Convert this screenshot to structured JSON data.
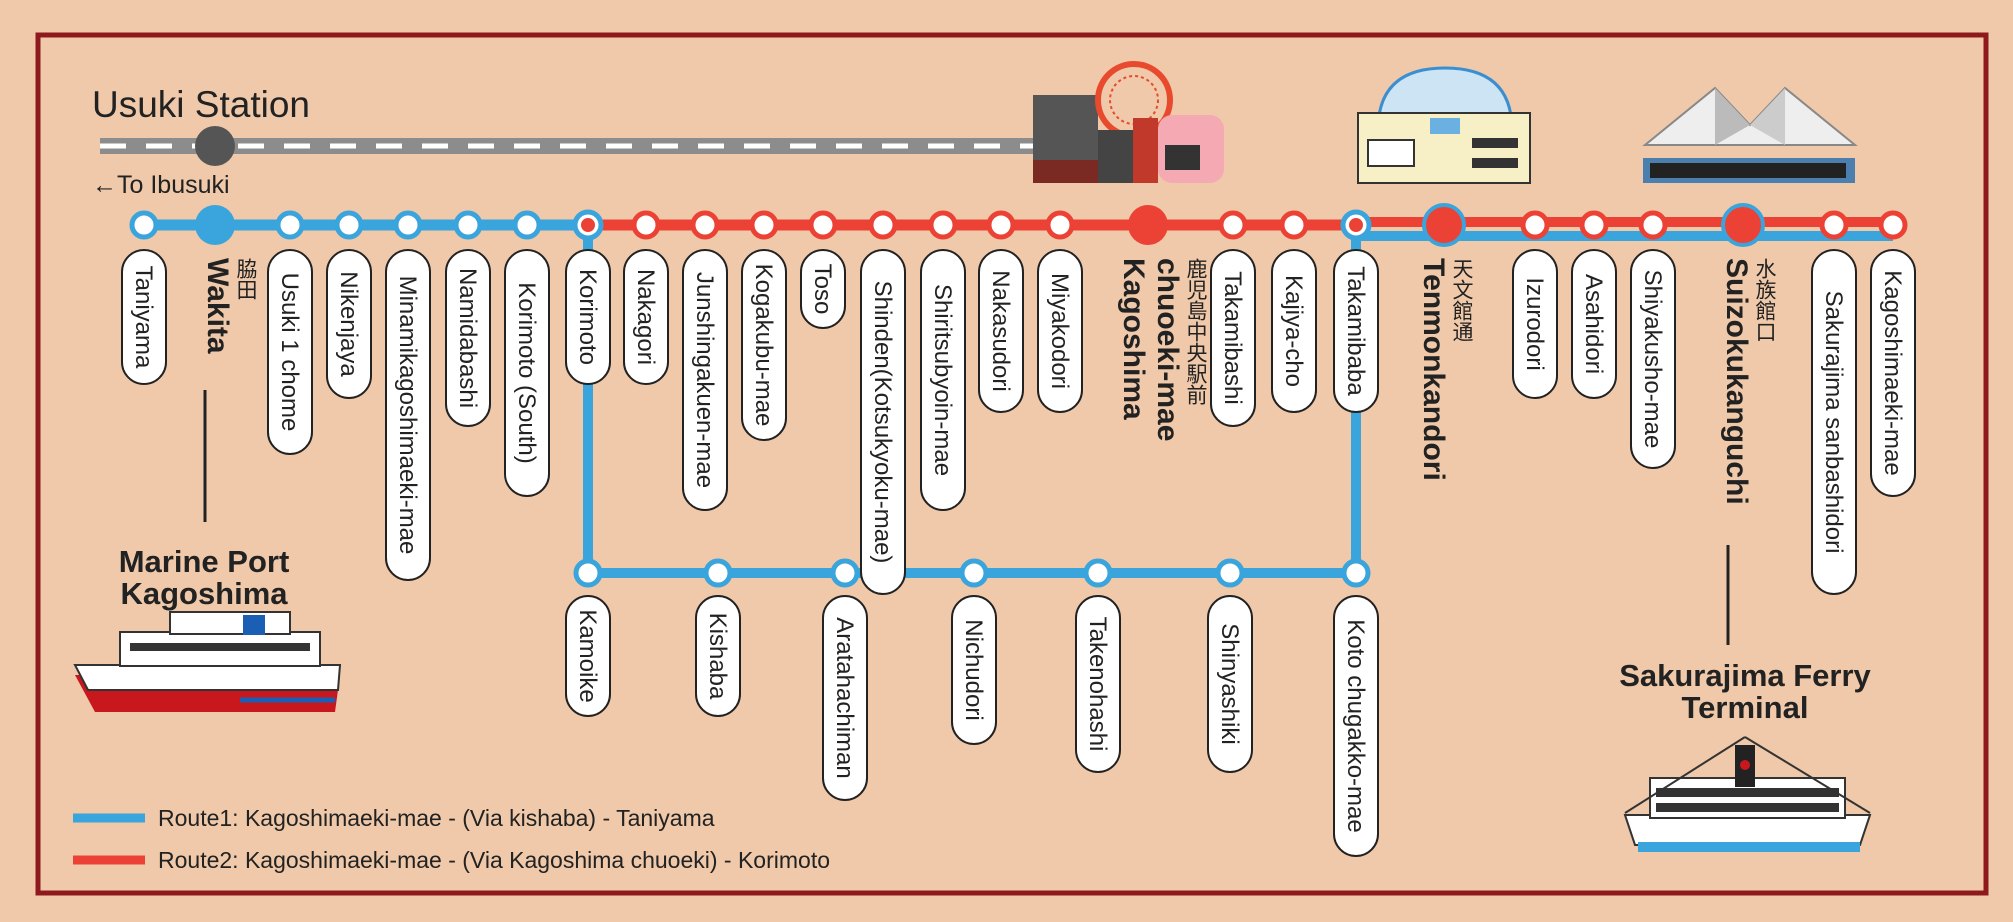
{
  "colors": {
    "background": "#efc9a9",
    "frame": "#8e1a1e",
    "route1": "#3aa4dc",
    "route2": "#ec4236",
    "jr_line": "#8c8c8c",
    "pill_border": "#222222"
  },
  "usuki_station": {
    "title": "Usuki Station",
    "to_ibusuki": "←To Ibusuki"
  },
  "landmarks": [
    {
      "name": "Marine Port Kagoshima",
      "lines": [
        "Marine Port",
        "Kagoshima"
      ],
      "icon": "ship-icon"
    },
    {
      "name": "Sakurajima Ferry Terminal",
      "lines": [
        "Sakurajima Ferry",
        "Terminal"
      ],
      "icon": "ferry-icon"
    },
    {
      "name": "amu-plaza",
      "icon": "ferris-wheel-icon"
    },
    {
      "name": "tenmonkan",
      "icon": "arch-building-icon"
    },
    {
      "name": "dolphin-port",
      "icon": "tent-building-icon"
    }
  ],
  "main_stations": [
    {
      "name": "Taniyama",
      "type": "small",
      "route": "blue"
    },
    {
      "name": "Wakita",
      "jp": "脇田",
      "type": "major",
      "route": "blue"
    },
    {
      "name": "Usuki 1 chome",
      "type": "small",
      "route": "blue"
    },
    {
      "name": "Nikenjaya",
      "type": "small",
      "route": "blue"
    },
    {
      "name": "Minamikagoshimaeki-mae",
      "type": "small",
      "route": "blue"
    },
    {
      "name": "Namidabashi",
      "type": "small",
      "route": "blue"
    },
    {
      "name": "Korimoto (South)",
      "type": "small",
      "route": "blue"
    },
    {
      "name": "Korimoto",
      "type": "junction",
      "route": "red"
    },
    {
      "name": "Nakagori",
      "type": "small",
      "route": "red"
    },
    {
      "name": "Junshingakuen-mae",
      "type": "small",
      "route": "red"
    },
    {
      "name": "Kogakubu-mae",
      "type": "small",
      "route": "red"
    },
    {
      "name": "Toso",
      "type": "small",
      "route": "red"
    },
    {
      "name": "Shinden(Kotsukyoku-mae)",
      "type": "small",
      "route": "red"
    },
    {
      "name": "Shiritsubyoin-mae",
      "type": "small",
      "route": "red"
    },
    {
      "name": "Nakasudori",
      "type": "small",
      "route": "red"
    },
    {
      "name": "Miyakodori",
      "type": "small",
      "route": "red"
    },
    {
      "name": "Kagoshima chuoeki-mae",
      "jp": "鹿児島中央駅前",
      "lines": [
        "Kagoshima",
        "chuoeki-mae"
      ],
      "type": "major",
      "route": "red"
    },
    {
      "name": "Takamibashi",
      "type": "small",
      "route": "red"
    },
    {
      "name": "Kajiya-cho",
      "type": "small",
      "route": "red"
    },
    {
      "name": "Takamibaba",
      "type": "junction",
      "route": "both"
    },
    {
      "name": "Tenmonkandori",
      "jp": "天文館通",
      "type": "major",
      "route": "both"
    },
    {
      "name": "Izurodori",
      "type": "small",
      "route": "both"
    },
    {
      "name": "Asahidori",
      "type": "small",
      "route": "both"
    },
    {
      "name": "Shiyakusho-mae",
      "type": "small",
      "route": "both"
    },
    {
      "name": "Suizokukanguchi",
      "jp": "水族館口",
      "type": "major",
      "route": "both"
    },
    {
      "name": "Sakurajima sanbashidori",
      "type": "small",
      "route": "both"
    },
    {
      "name": "Kagoshimaeki-mae",
      "type": "small",
      "route": "both"
    }
  ],
  "branch_stations": [
    {
      "name": "Kamoike"
    },
    {
      "name": "Kishaba"
    },
    {
      "name": "Aratahachiman"
    },
    {
      "name": "Nichudori"
    },
    {
      "name": "Takenohashi"
    },
    {
      "name": "Shinyashiki"
    },
    {
      "name": "Koto chugakko-mae"
    }
  ],
  "legend": [
    {
      "label": "Route1: Kagoshimaeki-mae - (Via kishaba) - Taniyama",
      "color": "#3aa4dc"
    },
    {
      "label": "Route2: Kagoshimaeki-mae - (Via Kagoshima chuoeki) - Korimoto",
      "color": "#ec4236"
    }
  ]
}
